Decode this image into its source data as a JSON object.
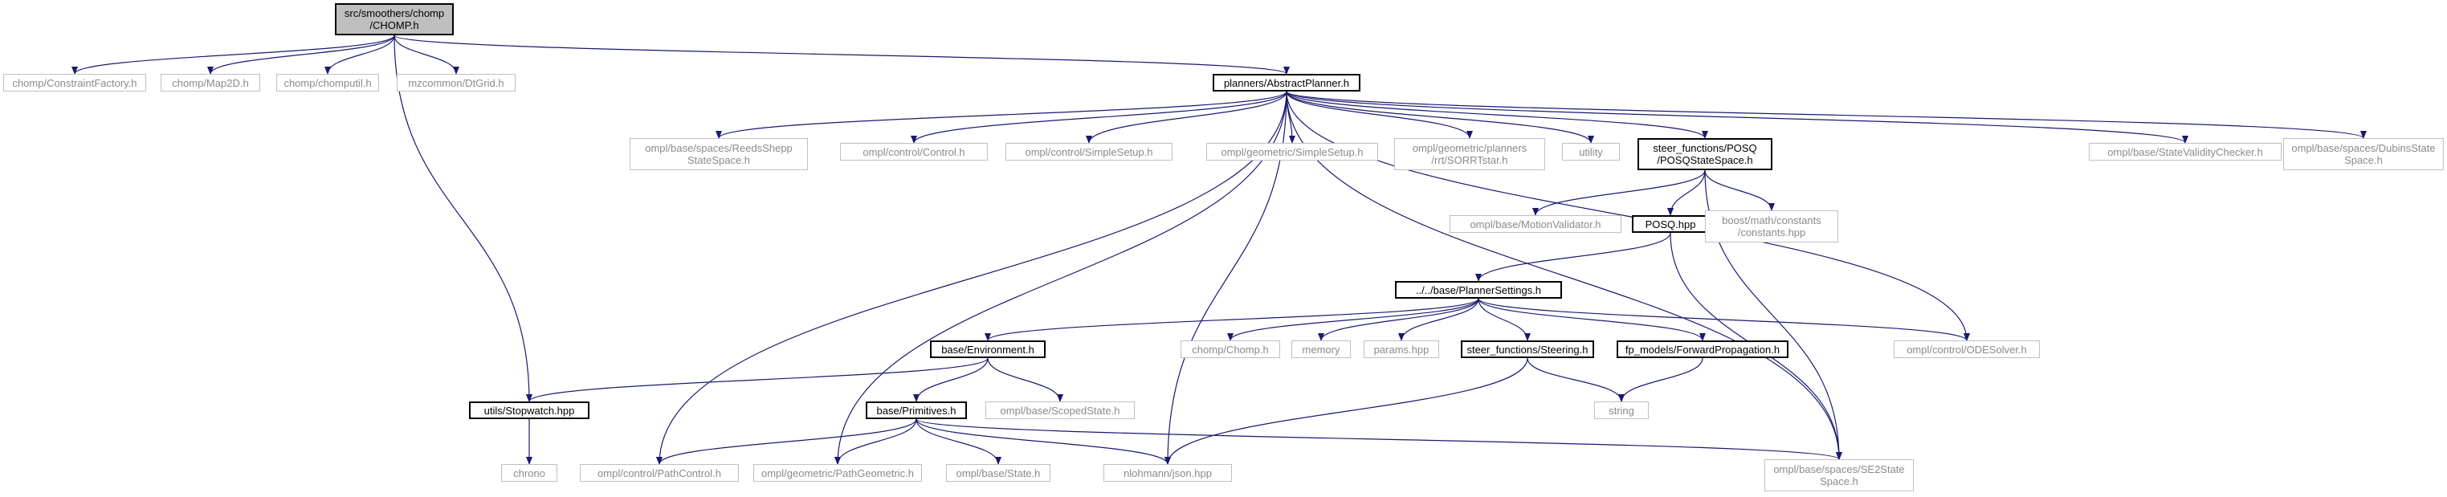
{
  "colors": {
    "edge": "#191970",
    "node_border_linked": "#000000",
    "node_border_external": "#bfbfbf",
    "text_linked": "#000000",
    "text_external": "#8a8a8a",
    "root_fill": "#bfbfbf"
  },
  "nodes": [
    {
      "id": "chomp_h",
      "label": "src/smoothers/chomp\n/CHOMP.h",
      "style": "root"
    },
    {
      "id": "constraint_factory",
      "label": "chomp/ConstraintFactory.h",
      "style": "external"
    },
    {
      "id": "map2d",
      "label": "chomp/Map2D.h",
      "style": "external"
    },
    {
      "id": "chomputil",
      "label": "chomp/chomputil.h",
      "style": "external"
    },
    {
      "id": "dtgrid",
      "label": "mzcommon/DtGrid.h",
      "style": "external"
    },
    {
      "id": "abstract_planner",
      "label": "planners/AbstractPlanner.h",
      "style": "linked"
    },
    {
      "id": "reeds_shepp",
      "label": "ompl/base/spaces/ReedsShepp\nStateSpace.h",
      "style": "external"
    },
    {
      "id": "control_control",
      "label": "ompl/control/Control.h",
      "style": "external"
    },
    {
      "id": "control_simple_setup",
      "label": "ompl/control/SimpleSetup.h",
      "style": "external"
    },
    {
      "id": "geometric_simple_setup",
      "label": "ompl/geometric/SimpleSetup.h",
      "style": "external"
    },
    {
      "id": "sorrtstar",
      "label": "ompl/geometric/planners\n/rrt/SORRTstar.h",
      "style": "external"
    },
    {
      "id": "utility",
      "label": "utility",
      "style": "external"
    },
    {
      "id": "posq_state_space",
      "label": "steer_functions/POSQ\n/POSQStateSpace.h",
      "style": "linked"
    },
    {
      "id": "state_validity_checker",
      "label": "ompl/base/StateValidityChecker.h",
      "style": "external"
    },
    {
      "id": "dubins",
      "label": "ompl/base/spaces/DubinsState\nSpace.h",
      "style": "external"
    },
    {
      "id": "motion_validator",
      "label": "ompl/base/MotionValidator.h",
      "style": "external"
    },
    {
      "id": "posq_hpp",
      "label": "POSQ.hpp",
      "style": "linked"
    },
    {
      "id": "boost_constants",
      "label": "boost/math/constants\n/constants.hpp",
      "style": "external"
    },
    {
      "id": "planner_settings",
      "label": "../../base/PlannerSettings.h",
      "style": "linked"
    },
    {
      "id": "environment",
      "label": "base/Environment.h",
      "style": "linked"
    },
    {
      "id": "chomp_chomp",
      "label": "chomp/Chomp.h",
      "style": "external"
    },
    {
      "id": "memory",
      "label": "memory",
      "style": "external"
    },
    {
      "id": "params",
      "label": "params.hpp",
      "style": "external"
    },
    {
      "id": "steering",
      "label": "steer_functions/Steering.h",
      "style": "linked"
    },
    {
      "id": "forward_propagation",
      "label": "fp_models/ForwardPropagation.h",
      "style": "linked"
    },
    {
      "id": "ode_solver",
      "label": "ompl/control/ODESolver.h",
      "style": "external"
    },
    {
      "id": "stopwatch",
      "label": "utils/Stopwatch.hpp",
      "style": "linked"
    },
    {
      "id": "primitives",
      "label": "base/Primitives.h",
      "style": "linked"
    },
    {
      "id": "scoped_state",
      "label": "ompl/base/ScopedState.h",
      "style": "external"
    },
    {
      "id": "string",
      "label": "string",
      "style": "external"
    },
    {
      "id": "chrono",
      "label": "chrono",
      "style": "external"
    },
    {
      "id": "path_control",
      "label": "ompl/control/PathControl.h",
      "style": "external"
    },
    {
      "id": "path_geometric",
      "label": "ompl/geometric/PathGeometric.h",
      "style": "external"
    },
    {
      "id": "base_state",
      "label": "ompl/base/State.h",
      "style": "external"
    },
    {
      "id": "json",
      "label": "nlohmann/json.hpp",
      "style": "external"
    },
    {
      "id": "se2_state_space",
      "label": "ompl/base/spaces/SE2State\nSpace.h",
      "style": "external"
    }
  ],
  "edges": [
    [
      "chomp_h",
      "constraint_factory"
    ],
    [
      "chomp_h",
      "map2d"
    ],
    [
      "chomp_h",
      "chomputil"
    ],
    [
      "chomp_h",
      "dtgrid"
    ],
    [
      "chomp_h",
      "abstract_planner"
    ],
    [
      "chomp_h",
      "stopwatch"
    ],
    [
      "abstract_planner",
      "path_control"
    ],
    [
      "abstract_planner",
      "reeds_shepp"
    ],
    [
      "abstract_planner",
      "path_geometric"
    ],
    [
      "abstract_planner",
      "control_control"
    ],
    [
      "abstract_planner",
      "json"
    ],
    [
      "abstract_planner",
      "control_simple_setup"
    ],
    [
      "abstract_planner",
      "geometric_simple_setup"
    ],
    [
      "abstract_planner",
      "sorrtstar"
    ],
    [
      "abstract_planner",
      "utility"
    ],
    [
      "abstract_planner",
      "posq_state_space"
    ],
    [
      "abstract_planner",
      "ode_solver"
    ],
    [
      "abstract_planner",
      "se2_state_space"
    ],
    [
      "abstract_planner",
      "state_validity_checker"
    ],
    [
      "abstract_planner",
      "dubins"
    ],
    [
      "posq_state_space",
      "motion_validator"
    ],
    [
      "posq_state_space",
      "posq_hpp"
    ],
    [
      "posq_state_space",
      "boost_constants"
    ],
    [
      "posq_state_space",
      "se2_state_space"
    ],
    [
      "posq_hpp",
      "planner_settings"
    ],
    [
      "posq_hpp",
      "se2_state_space"
    ],
    [
      "planner_settings",
      "environment"
    ],
    [
      "planner_settings",
      "chomp_chomp"
    ],
    [
      "planner_settings",
      "memory"
    ],
    [
      "planner_settings",
      "params"
    ],
    [
      "planner_settings",
      "steering"
    ],
    [
      "planner_settings",
      "forward_propagation"
    ],
    [
      "planner_settings",
      "ode_solver"
    ],
    [
      "environment",
      "stopwatch"
    ],
    [
      "environment",
      "primitives"
    ],
    [
      "environment",
      "scoped_state"
    ],
    [
      "stopwatch",
      "chrono"
    ],
    [
      "primitives",
      "path_control"
    ],
    [
      "primitives",
      "path_geometric"
    ],
    [
      "primitives",
      "base_state"
    ],
    [
      "primitives",
      "json"
    ],
    [
      "primitives",
      "se2_state_space"
    ],
    [
      "steering",
      "string"
    ],
    [
      "steering",
      "json"
    ],
    [
      "forward_propagation",
      "string"
    ]
  ]
}
